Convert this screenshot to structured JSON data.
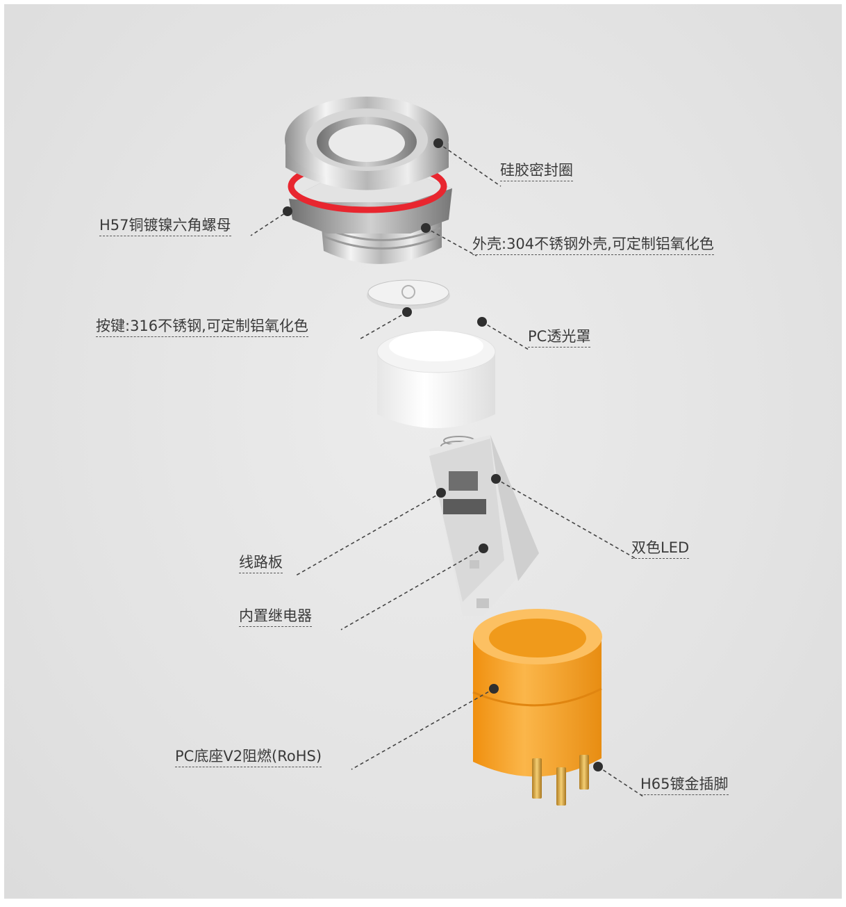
{
  "labels": {
    "silicone_seal": "硅胶密封圈",
    "hex_nut": "H57铜镀镍六角螺母",
    "outer_shell": "外壳:304不锈钢外壳,可定制铝氧化色",
    "button_key": "按键:316不锈钢,可定制铝氧化色",
    "pc_cover": "PC透光罩",
    "bicolor_led": "双色LED",
    "circuit_board": "线路板",
    "relay": "内置继电器",
    "pc_base": "PC底座V2阻燃(RoHS)",
    "gold_pins": "H65镀金插脚"
  },
  "colors": {
    "seal_red": "#e8262f",
    "base_orange": "#f7a21b",
    "pin_gold": "#d9a43a",
    "steel": "#c9c9c9"
  }
}
